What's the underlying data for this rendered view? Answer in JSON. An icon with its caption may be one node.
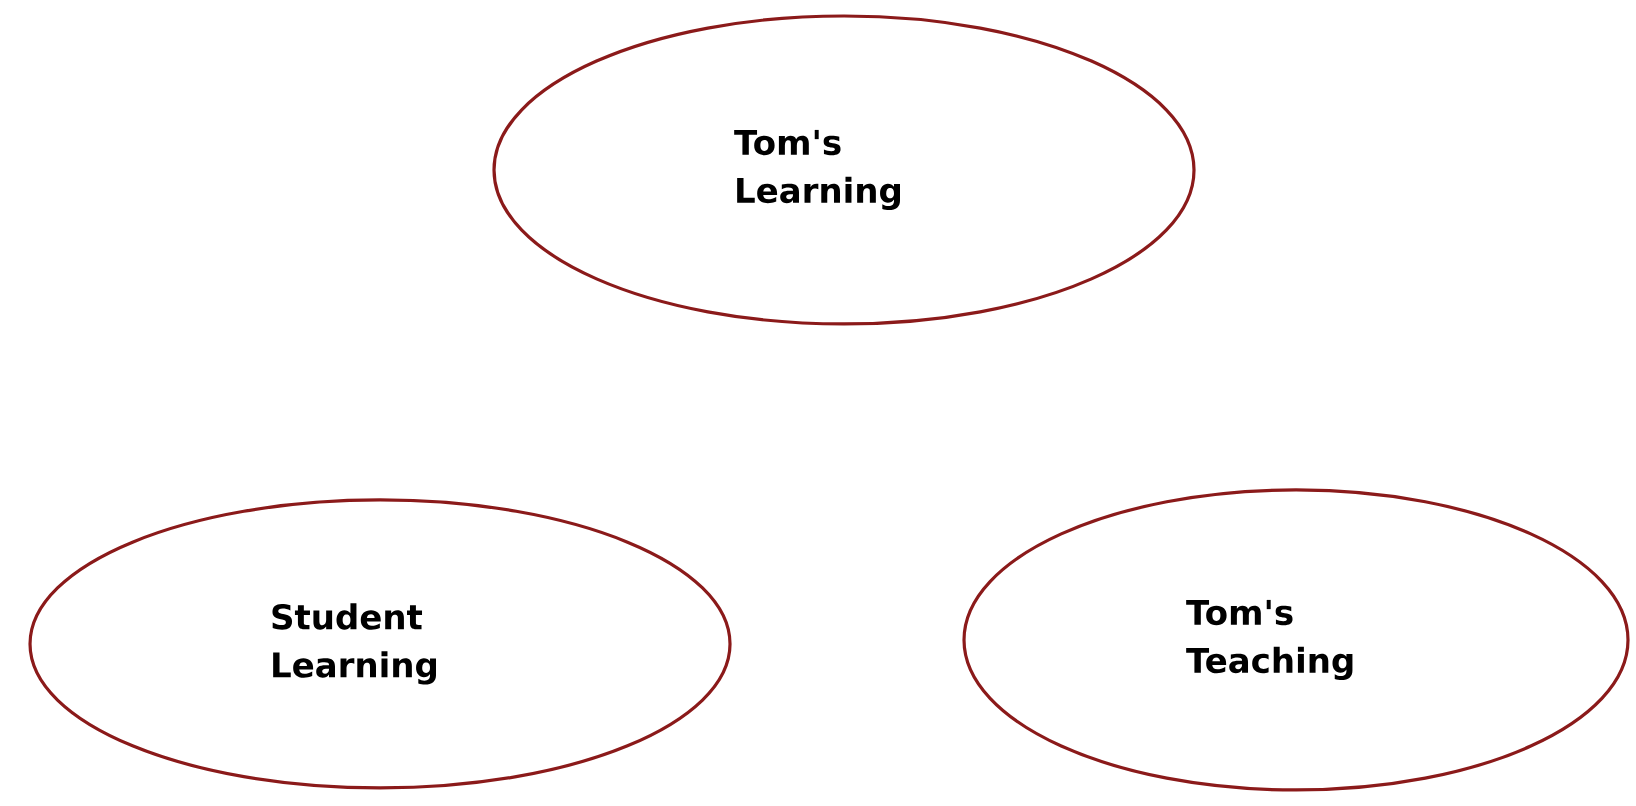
{
  "diagram": {
    "nodes": [
      {
        "text": [
          "Tom's Learning"
        ]
      },
      {
        "text": [
          "Student Learning"
        ]
      },
      {
        "text": [
          "Tom's Teaching"
        ]
      }
    ]
  }
}
